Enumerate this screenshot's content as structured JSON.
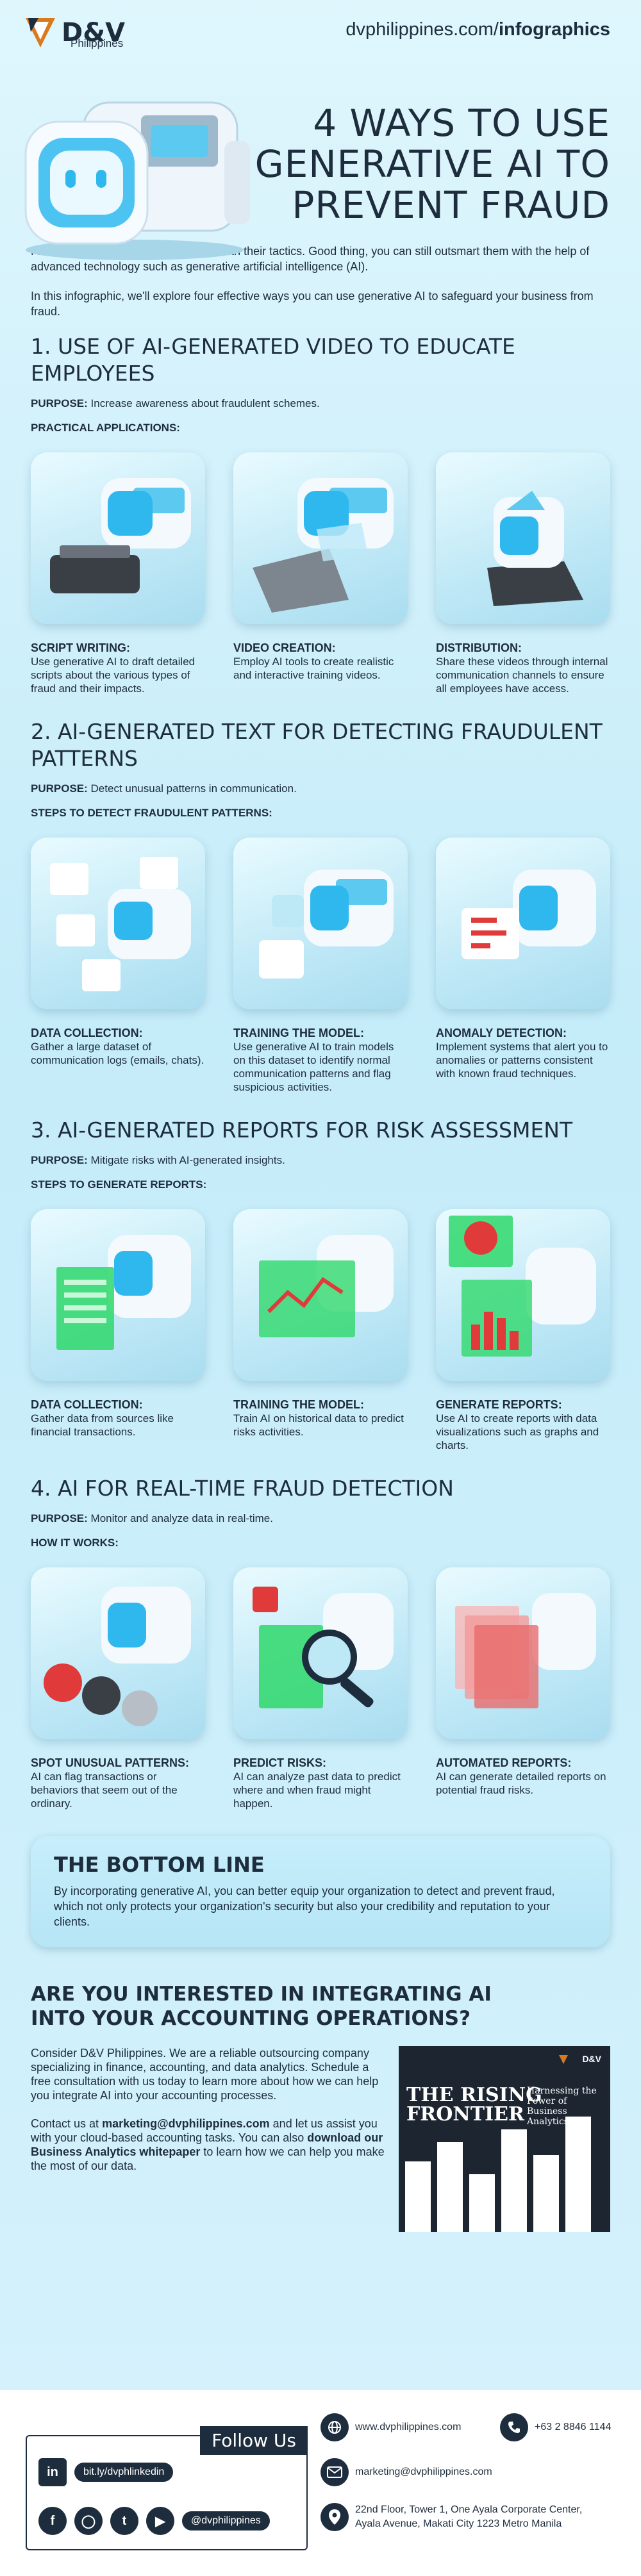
{
  "header": {
    "brand": "D&V",
    "brand_sub": "Philippines",
    "url_plain": "dvphilippines.com/",
    "url_bold": "infographics"
  },
  "hero": {
    "title_line1": "4 WAYS TO USE",
    "title_line2": "GENERATIVE AI TO",
    "title_line3": "PREVENT FRAUD"
  },
  "intro": {
    "p1": "Fraudsters are getting more creative with their tactics. Good thing, you can still outsmart them with the help of advanced technology such as generative artificial intelligence (AI).",
    "p2": "In this infographic, we'll explore four effective ways you can use generative AI to safeguard your business from fraud."
  },
  "sections": [
    {
      "title": "1. USE OF AI-GENERATED VIDEO TO EDUCATE EMPLOYEES",
      "purpose_label": "PURPOSE:",
      "purpose": "Increase awareness about fraudulent schemes.",
      "subhead": "PRACTICAL APPLICATIONS:",
      "cards": [
        {
          "head": "SCRIPT WRITING:",
          "text": "Use generative AI to draft detailed scripts about the various types of fraud and their impacts."
        },
        {
          "head": "VIDEO CREATION:",
          "text": "Employ AI tools to create realistic and interactive training videos."
        },
        {
          "head": "DISTRIBUTION:",
          "text": "Share these videos through internal communication channels to ensure all employees have access."
        }
      ]
    },
    {
      "title": "2. AI-GENERATED TEXT FOR DETECTING FRAUDULENT PATTERNS",
      "purpose_label": "PURPOSE:",
      "purpose": "Detect unusual patterns in communication.",
      "subhead": "STEPS TO DETECT FRAUDULENT PATTERNS:",
      "cards": [
        {
          "head": "DATA COLLECTION:",
          "text": "Gather a large dataset of communication logs (emails, chats)."
        },
        {
          "head": "TRAINING THE MODEL:",
          "text": "Use generative AI to train models on this dataset to identify normal communication patterns and flag suspicious activities."
        },
        {
          "head": "ANOMALY DETECTION:",
          "text": "Implement systems that alert you to anomalies or patterns consistent with known fraud techniques."
        }
      ]
    },
    {
      "title": "3. AI-GENERATED REPORTS FOR RISK ASSESSMENT",
      "purpose_label": "PURPOSE:",
      "purpose": "Mitigate risks with AI-generated insights.",
      "subhead": "STEPS TO GENERATE REPORTS:",
      "cards": [
        {
          "head": "DATA COLLECTION:",
          "text": "Gather data from sources like financial transactions."
        },
        {
          "head": "TRAINING THE MODEL:",
          "text": "Train AI on historical data to predict risks activities."
        },
        {
          "head": "GENERATE REPORTS:",
          "text": "Use AI to create reports with data visualizations such as graphs and charts."
        }
      ]
    },
    {
      "title": "4. AI FOR REAL-TIME FRAUD DETECTION",
      "purpose_label": "PURPOSE:",
      "purpose": "Monitor and analyze data in real-time.",
      "subhead": "HOW IT WORKS:",
      "cards": [
        {
          "head": "SPOT UNUSUAL PATTERNS:",
          "text": "AI can flag transactions or behaviors that seem out of the ordinary."
        },
        {
          "head": "PREDICT RISKS:",
          "text": "AI can analyze past data to predict where and when fraud might happen."
        },
        {
          "head": "AUTOMATED REPORTS:",
          "text": "AI can generate detailed reports on potential fraud risks."
        }
      ]
    }
  ],
  "bottom_line": {
    "title": "THE BOTTOM LINE",
    "text": "By incorporating generative AI, you can better equip your organization to detect and prevent fraud, which not only protects your organization's security but also your credibility and reputation to your clients."
  },
  "cta": {
    "title_line1": "ARE YOU INTERESTED IN INTEGRATING AI",
    "title_line2": "INTO YOUR ACCOUNTING OPERATIONS?",
    "p1": "Consider D&V Philippines. We are a reliable outsourcing company specializing in finance, accounting, and data analytics. Schedule a free consultation with us today to learn more about how we can help you integrate AI into your accounting processes.",
    "p2_a": "Contact us at ",
    "p2_email": "marketing@dvphilippines.com",
    "p2_b": " and let us assist you with your cloud-based accounting tasks. You can also ",
    "p2_download": "download our Business Analytics whitepaper",
    "p2_c": " to learn how we can help you make the most of our data.",
    "book_title1": "THE RISING",
    "book_title2": "FRONTIER",
    "book_sub": "Harnessing the Power of Business Analytics"
  },
  "footer": {
    "follow_label": "Follow Us",
    "linkedin": "bit.ly/dvphlinkedin",
    "handle": "@dvphilippines",
    "website": "www.dvphilippines.com",
    "phone": "+63 2 8846 1144",
    "email": "marketing@dvphilippines.com",
    "address_line1": "22nd Floor, Tower 1, One Ayala Corporate Center,",
    "address_line2": "Ayala Avenue, Makati City 1223 Metro Manila"
  },
  "colors": {
    "navy": "#1e2d3d",
    "accent": "#d97a1d",
    "bg": "#cdeffb"
  }
}
